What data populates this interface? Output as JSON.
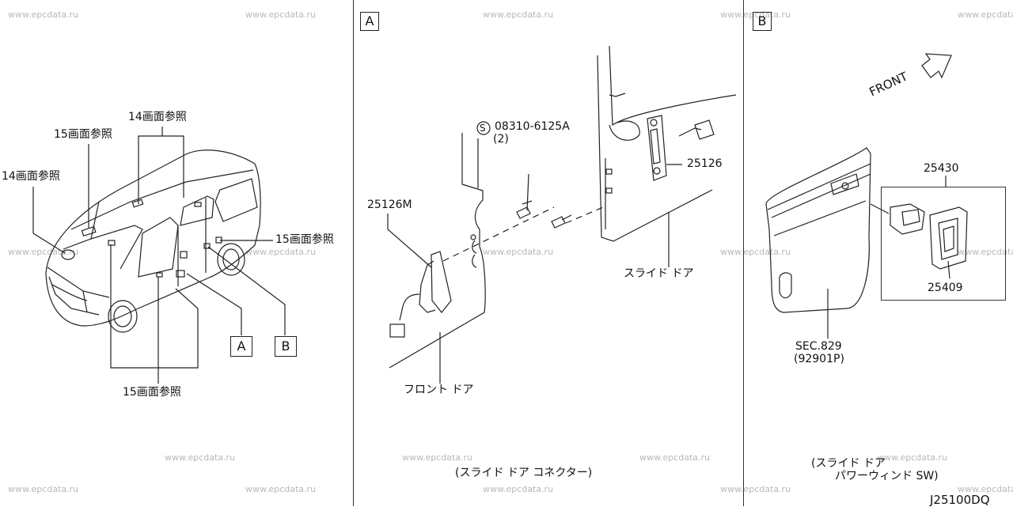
{
  "watermark": "www.epcdata.ru",
  "left_panel": {
    "ref_14_top": "14画面参照",
    "ref_15_upper": "15画面参照",
    "ref_14_left": "14画面参照",
    "ref_15_right": "15画面参照",
    "ref_15_bottom": "15画面参照",
    "callout_a": "A",
    "callout_b": "B"
  },
  "panel_a": {
    "tag": "A",
    "bolt_symbol": "S",
    "bolt_part": "08310-6125A",
    "bolt_qty": "(2)",
    "part_connector_left": "25126M",
    "part_connector_right": "25126",
    "label_slide_door": "スライド ドア",
    "label_front_door": "フロント ドア",
    "caption": "(スライド ドア コネクター)"
  },
  "panel_b": {
    "tag": "B",
    "front_label": "FRONT",
    "part_switch": "25430",
    "part_bezel": "25409",
    "sec_ref": "SEC.829",
    "sec_code": "(92901P)",
    "caption_line1": "(スライド ドア",
    "caption_line2": "パワーウィンド SW)"
  },
  "diagram_id": "J25100DQ"
}
